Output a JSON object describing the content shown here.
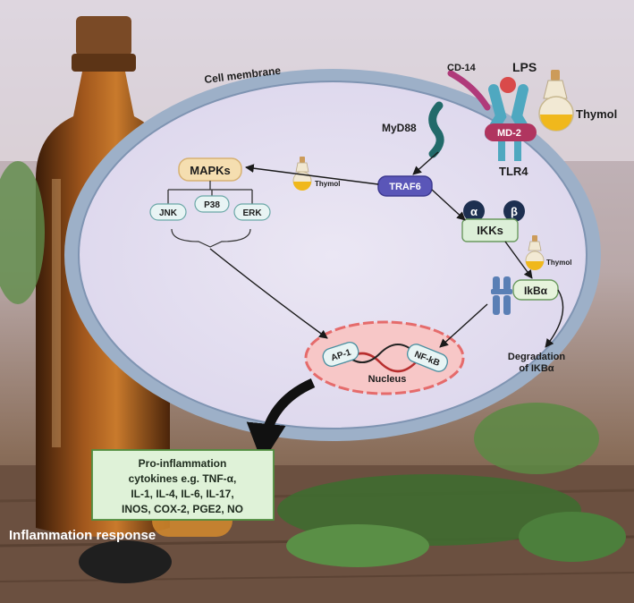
{
  "membrane_label": "Cell membrane",
  "receptor": {
    "cd14": "CD-14",
    "lps": "LPS",
    "md2": "MD-2",
    "tlr4": "TLR4"
  },
  "thymol": {
    "large": "Thymol",
    "small_1": "Thymol",
    "small_2": "Thymol"
  },
  "myd88": "MyD88",
  "traf6": "TRAF6",
  "mapks": {
    "title": "MAPKs",
    "jnk": "JNK",
    "p38": "P38",
    "erk": "ERK"
  },
  "ikks": {
    "title": "IKKs",
    "alpha": "α",
    "beta": "β"
  },
  "ikba": "IkBα",
  "degradation": {
    "line1": "Degradation",
    "line2": "of IKBα"
  },
  "nucleus": {
    "label": "Nucleus",
    "ap1": "AP-1",
    "nfkb": "NF-kB"
  },
  "cytokines": {
    "line1": "Pro-inflammation",
    "line2": "cytokines e.g. TNF-α,",
    "line3": "IL-1, IL-4, IL-6, IL-17,",
    "line4": "INOS, COX-2, PGE2, NO"
  },
  "response_label": "Inflammation response",
  "colors": {
    "cell_fill": "#e4dff0",
    "membrane": "#8fa3bf",
    "traf6": "#5a56b8",
    "mapks": "#f5deb0",
    "node": "#e8f4f4",
    "ikks": "#dcefd8",
    "ikba": "#e6f3dc",
    "nucleus": "#f7c7c7",
    "nucleus_rim": "#e56b6b",
    "cytokine_box": "#dff2d8",
    "cytokine_border": "#4f8e3f"
  }
}
